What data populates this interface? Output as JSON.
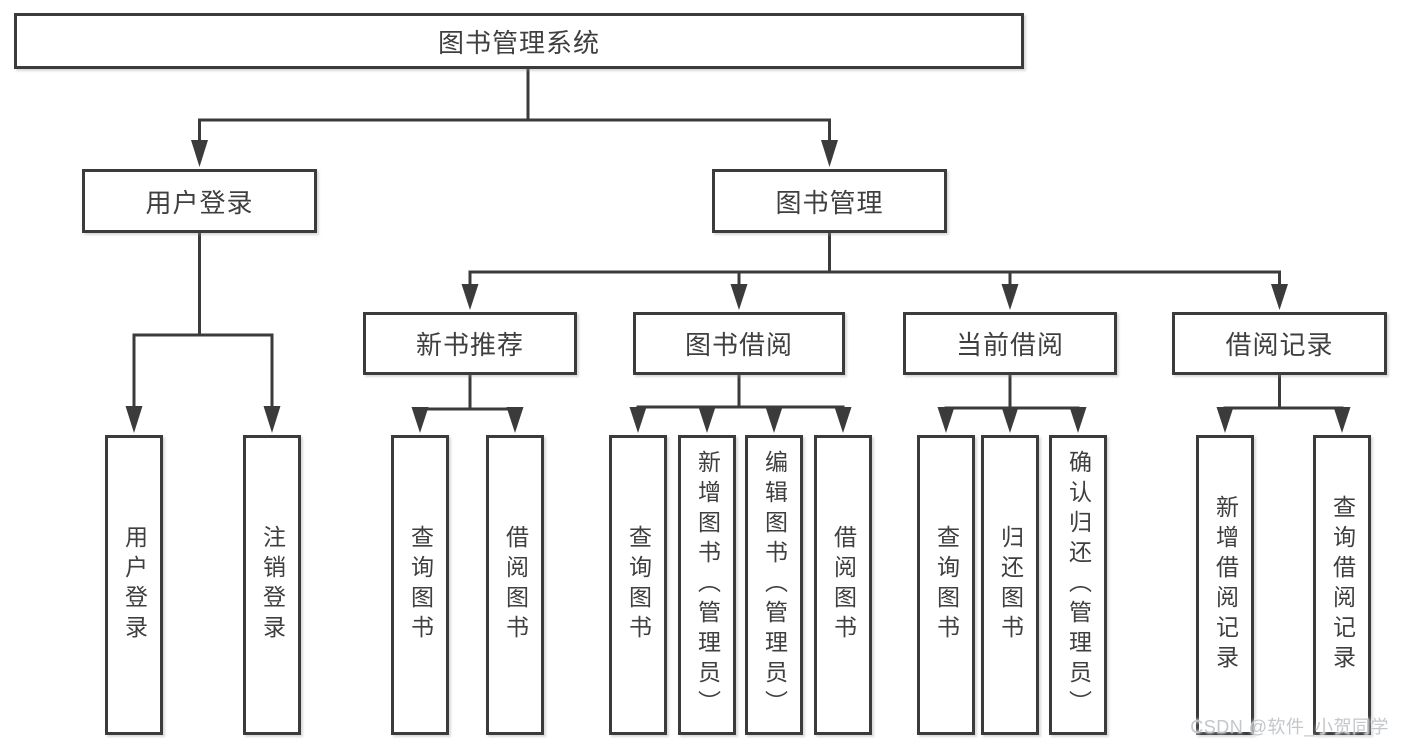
{
  "diagram": {
    "root": {
      "label": "图书管理系统"
    },
    "branches": [
      {
        "label": "用户登录",
        "leaves": [
          {
            "label": "用户登录"
          },
          {
            "label": "注销登录"
          }
        ]
      },
      {
        "label": "图书管理",
        "groups": [
          {
            "label": "新书推荐",
            "leaves": [
              {
                "label": "查询图书"
              },
              {
                "label": "借阅图书"
              }
            ]
          },
          {
            "label": "图书借阅",
            "leaves": [
              {
                "label": "查询图书"
              },
              {
                "label": "新增图书（管理员）"
              },
              {
                "label": "编辑图书（管理员）"
              },
              {
                "label": "借阅图书"
              }
            ]
          },
          {
            "label": "当前借阅",
            "leaves": [
              {
                "label": "查询图书"
              },
              {
                "label": "归还图书"
              },
              {
                "label": "确认归还（管理员）"
              }
            ]
          },
          {
            "label": "借阅记录",
            "leaves": [
              {
                "label": "新增借阅记录"
              },
              {
                "label": "查询借阅记录"
              }
            ]
          }
        ]
      }
    ]
  },
  "watermark": {
    "text": "CSDN @软件_小贺同学"
  },
  "colors": {
    "line": "#3b3b3b",
    "box_border": "#3b3b3b",
    "text": "#3f3f3f",
    "background": "#ffffff",
    "watermark": "#c3c7cb"
  }
}
